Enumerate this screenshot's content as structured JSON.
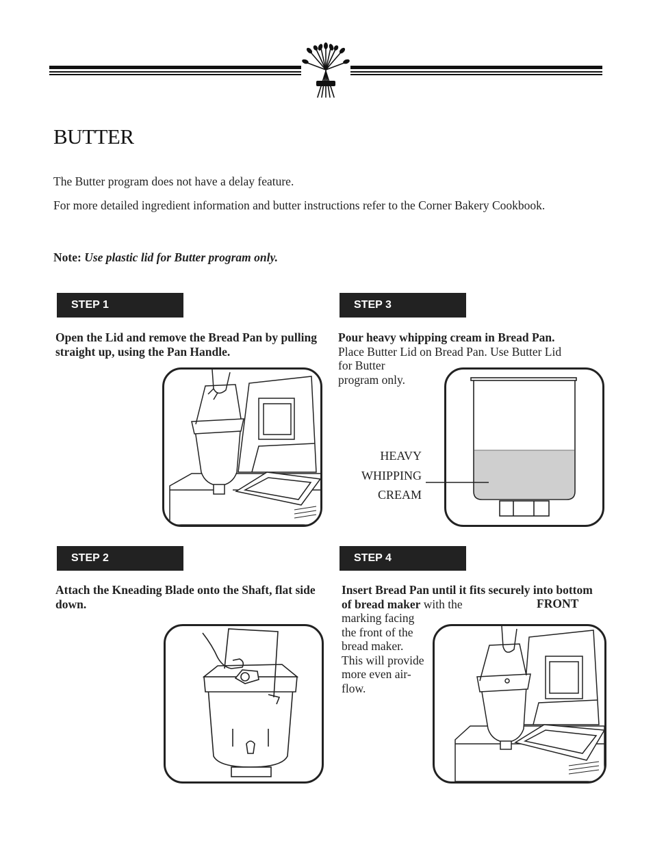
{
  "page": {
    "title": "BUTTER",
    "intro": [
      "The Butter program does not have a delay feature.",
      "For more detailed ingredient information and butter instructions refer to the Corner Bakery Cookbook."
    ],
    "note_label": "Note:",
    "note_text": "Use plastic lid for Butter program only."
  },
  "steps": {
    "step1": {
      "label": "STEP 1",
      "text": "Open the Lid and remove the Bread Pan by pulling straight up, using the Pan Handle."
    },
    "step2": {
      "label": "STEP 2",
      "text": "Attach the Kneading Blade onto the Shaft, flat side down."
    },
    "step3": {
      "label": "STEP 3",
      "text_bold": "Pour heavy whipping cream in Bread Pan.",
      "text_line1": "Place Butter Lid on Bread Pan. Use Butter Lid",
      "text_line2": "for Butter",
      "text_line3": "program only.",
      "callout": [
        "HEAVY",
        "WHIPPING",
        "CREAM"
      ]
    },
    "step4": {
      "label": "STEP 4",
      "text_bold": "Insert Bread Pan until it fits securely into bottom of bread maker",
      "text_normal": " with the",
      "front_label": "FRONT",
      "text_rest": "marking facing the front of the bread maker. This will provide more even air-flow."
    }
  },
  "icons": {
    "header_ornament": "wheat-sheaf-icon"
  },
  "colors": {
    "step_bar": "#222222",
    "cream_fill": "#cfcfcf"
  }
}
